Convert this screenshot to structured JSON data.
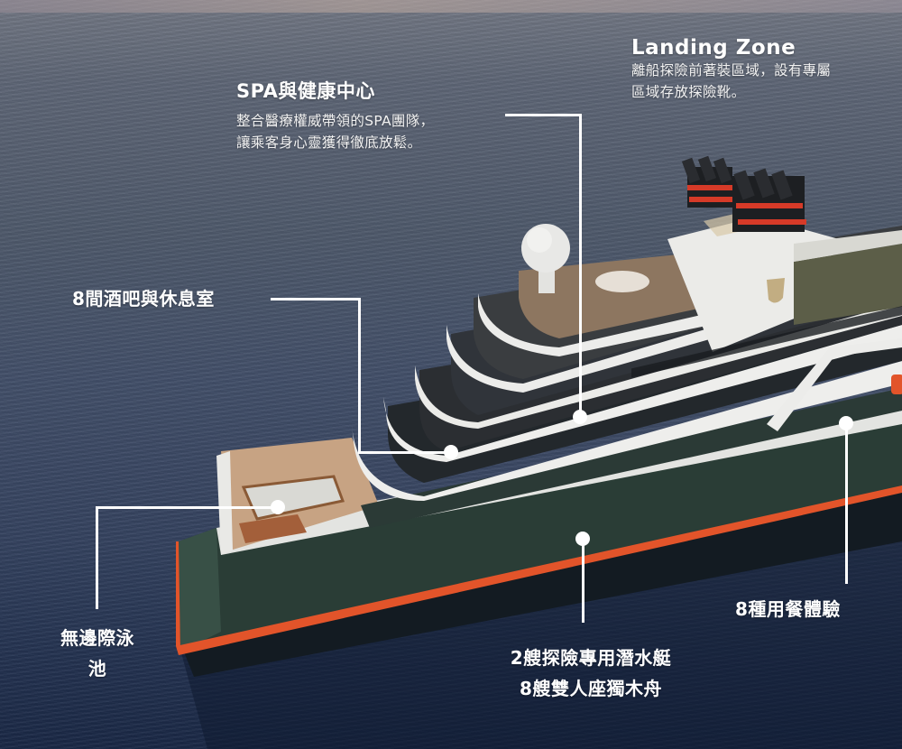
{
  "colors": {
    "sea_top": "#6f7582",
    "sea_bottom": "#1a2846",
    "hull_green": "#2a3d36",
    "hull_stripe": "#e2542a",
    "superstructure_white": "#e9e9e6",
    "label_text": "#ffffff"
  },
  "callouts": {
    "landing_zone": {
      "title": "Landing Zone",
      "desc_line1": "離船探險前著裝區域，設有專屬",
      "desc_line2": "區域存放探險靴。"
    },
    "spa": {
      "title": "SPA與健康中心",
      "desc_line1": "整合醫療權威帶領的SPA團隊，",
      "desc_line2": "讓乘客身心靈獲得徹底放鬆。"
    },
    "bars": {
      "title": "8間酒吧與休息室"
    },
    "pool": {
      "title_line1": "無邊際泳",
      "title_line2": "池"
    },
    "submarines": {
      "title_line1": "2艘探險專用潛水艇",
      "title_line2": "8艘雙人座獨木舟"
    },
    "dining": {
      "title": "8種用餐體驗"
    }
  }
}
